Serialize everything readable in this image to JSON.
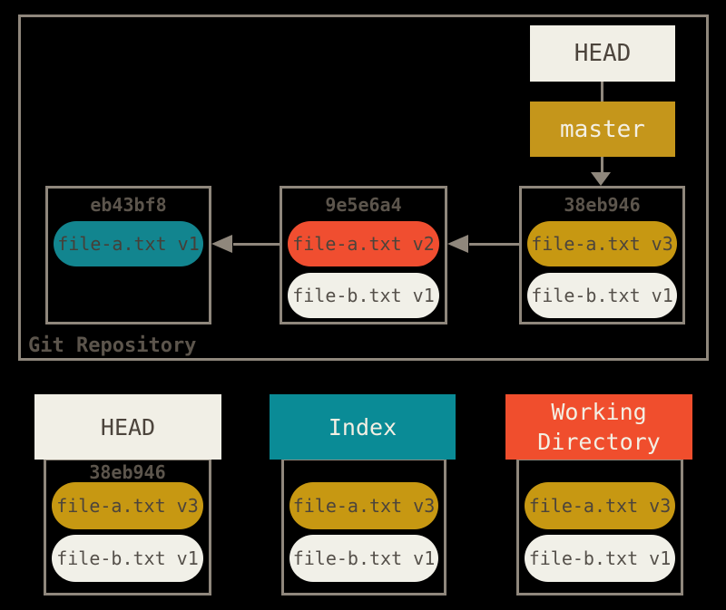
{
  "repo": {
    "label": "Git Repository",
    "head_ref": "HEAD",
    "branch_ref": "master",
    "commits": [
      {
        "hash": "eb43bf8",
        "files": [
          {
            "name": "file-a.txt v1",
            "color": "teal"
          }
        ]
      },
      {
        "hash": "9e5e6a4",
        "files": [
          {
            "name": "file-a.txt v2",
            "color": "red"
          },
          {
            "name": "file-b.txt v1",
            "color": "cream"
          }
        ]
      },
      {
        "hash": "38eb946",
        "files": [
          {
            "name": "file-a.txt v3",
            "color": "gold"
          },
          {
            "name": "file-b.txt v1",
            "color": "cream"
          }
        ]
      }
    ]
  },
  "areas": {
    "head_area": {
      "title": "HEAD",
      "hash": "38eb946",
      "files": [
        {
          "name": "file-a.txt v3",
          "color": "gold"
        },
        {
          "name": "file-b.txt v1",
          "color": "cream"
        }
      ]
    },
    "index_area": {
      "title": "Index",
      "files": [
        {
          "name": "file-a.txt v3",
          "color": "gold"
        },
        {
          "name": "file-b.txt v1",
          "color": "cream"
        }
      ]
    },
    "working_area": {
      "title": "Working Directory",
      "files": [
        {
          "name": "file-a.txt v3",
          "color": "gold"
        },
        {
          "name": "file-b.txt v1",
          "color": "cream"
        }
      ]
    }
  },
  "colors": {
    "background": "#000000",
    "box_border": "#8F877C",
    "cream": "#F1EFE6",
    "gold": "#C79812",
    "teal": "#0A8B96",
    "red": "#F04E2D",
    "dark_label_text": "#5C554C",
    "pill_text": "#4C443B",
    "light_text": "#F3EFE3"
  }
}
